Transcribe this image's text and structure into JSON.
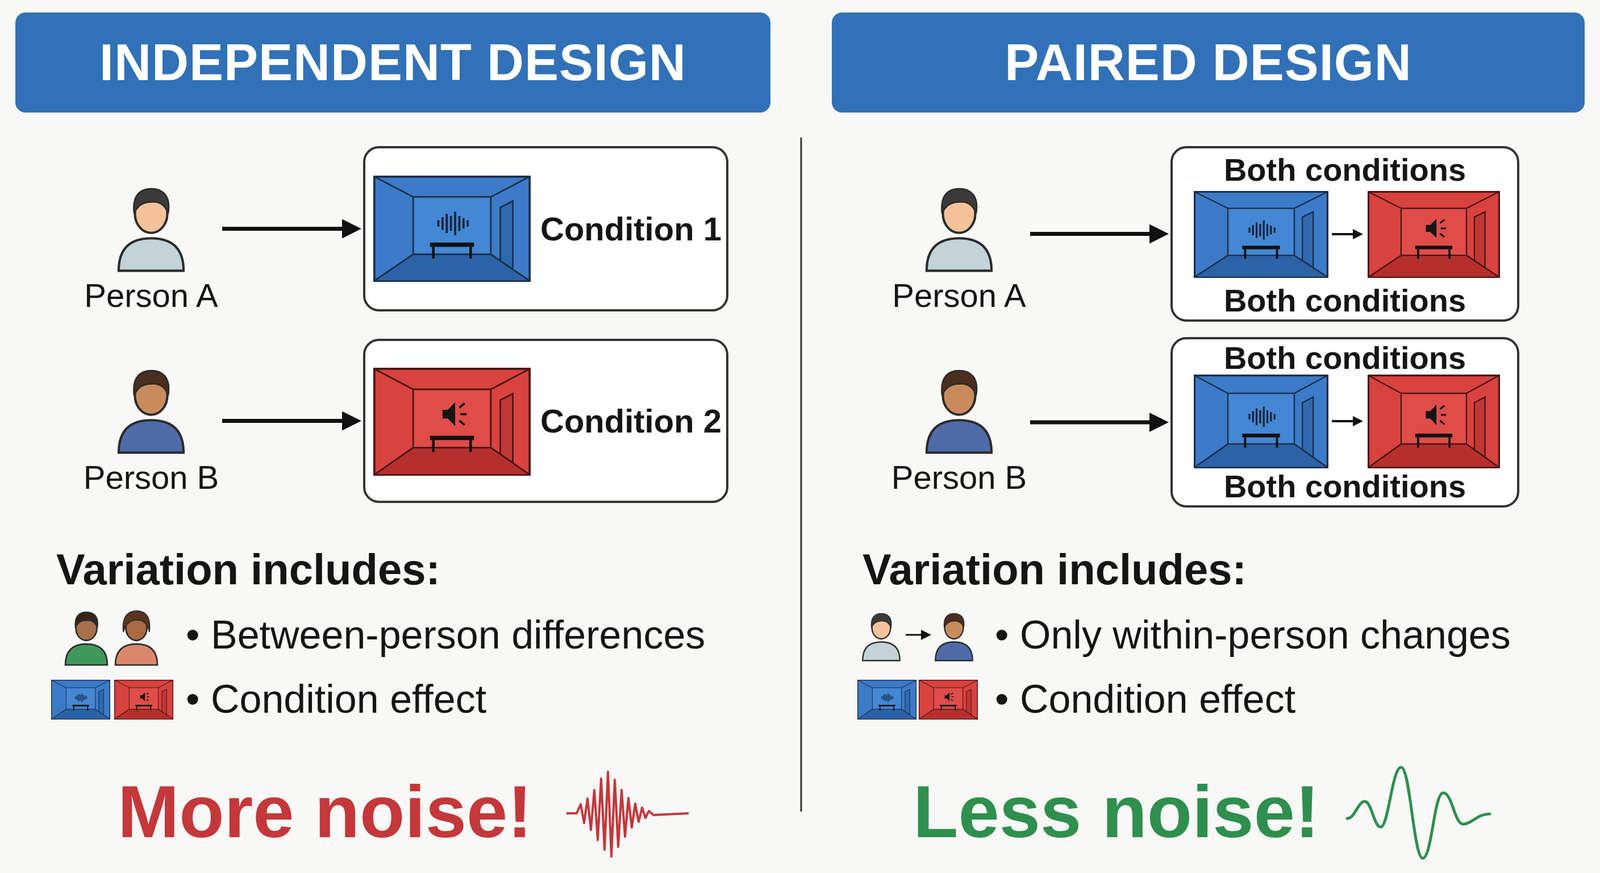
{
  "diagram": {
    "nodes": [
      {
        "text": [
          "INDEPENDENT DESIGN"
        ]
      },
      {
        "text": [
          "Person A"
        ]
      },
      {
        "text": [
          "Condition 1"
        ]
      },
      {
        "text": [
          "Person B"
        ]
      },
      {
        "text": [
          "Condition 2"
        ]
      },
      {
        "text": [
          "PAIRED DESIGN"
        ]
      },
      {
        "text": [
          "Person A"
        ]
      },
      {
        "text": [
          "Both conditions",
          "Both conditions"
        ]
      },
      {
        "text": [
          "Person B"
        ]
      },
      {
        "text": [
          "Both conditions",
          "Both conditions"
        ]
      }
    ],
    "edges": [
      {
        "from": 1,
        "to": 2,
        "arrow": "to"
      },
      {
        "from": 3,
        "to": 4,
        "arrow": "to"
      },
      {
        "from": 6,
        "to": 7,
        "arrow": "to"
      },
      {
        "from": 8,
        "to": 9,
        "arrow": "to"
      }
    ],
    "labels": [
      "Variation includes:",
      "• Between-person differences",
      "• Condition effect",
      "More noise!",
      "Variation includes:",
      "• Only within-person changes",
      "• Condition effect",
      "Less noise!"
    ]
  }
}
